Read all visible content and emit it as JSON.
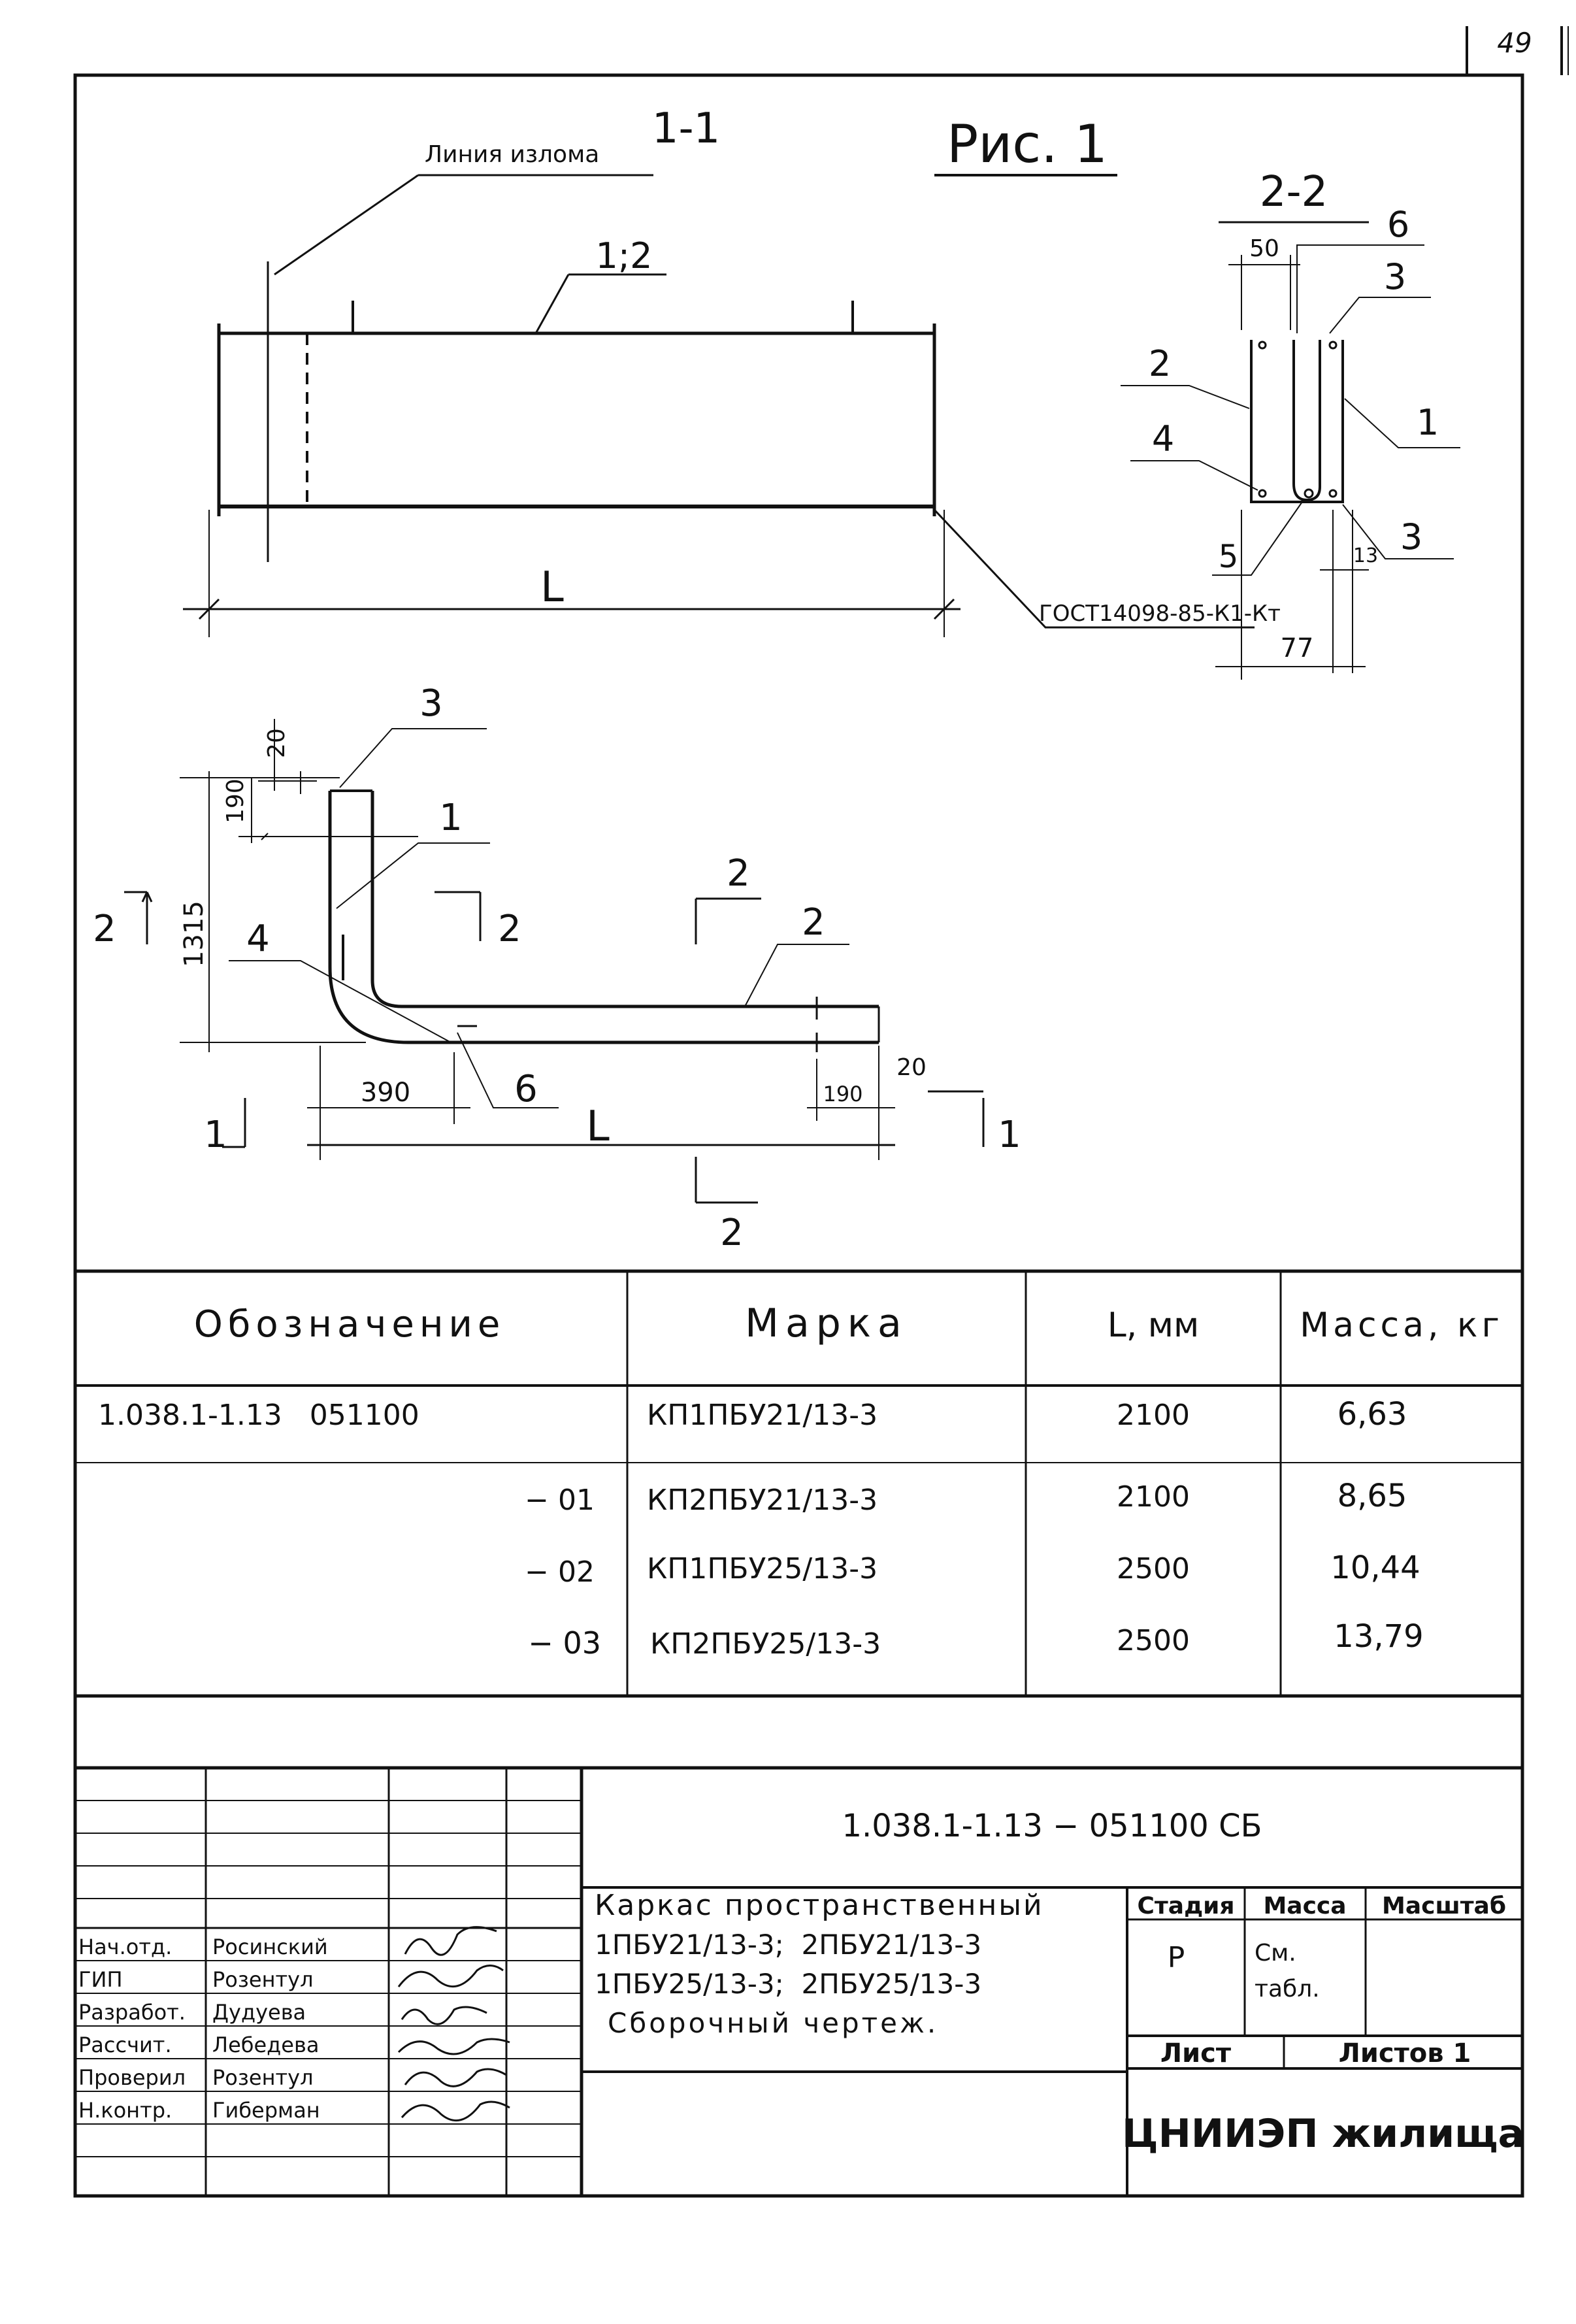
{
  "sheet": {
    "page_number": "49"
  },
  "figure": {
    "title": "Рис. 1",
    "section_1_1": {
      "label": "1-1",
      "break_line_label": "Линия излома",
      "pos_label": "1;2",
      "weld_note": "ГОСТ14098-85-К1-Кт",
      "length_label": "L"
    },
    "section_2_2": {
      "label": "2-2",
      "dim_top": "50",
      "dim_small": "13",
      "dim_bottom": "77",
      "callouts": [
        "6",
        "3",
        "2",
        "1",
        "4",
        "5",
        "3"
      ]
    },
    "plan": {
      "dims": {
        "top_gap": "20",
        "end_len": "190",
        "height": "1315",
        "left_len": "390",
        "right_end": "190",
        "right_gap": "20",
        "length": "L"
      },
      "callouts": [
        "3",
        "1",
        "4",
        "6",
        "2"
      ],
      "cut_marks": {
        "left_v": "2",
        "center_v": "2",
        "top": "2",
        "bottom": "2",
        "left_h": "1",
        "right_h": "1"
      }
    }
  },
  "spec_table": {
    "headers": {
      "designation": "Обозначение",
      "mark": "Марка",
      "length": "L, мм",
      "mass": "Масса, кг"
    },
    "rows": [
      {
        "designation": "1.038.1-1.13   051100",
        "mark": "КП1ПБУ21/13-3",
        "length": "2100",
        "mass": "6,63"
      },
      {
        "designation": "− 01",
        "mark": "КП2ПБУ21/13-3",
        "length": "2100",
        "mass": "8,65"
      },
      {
        "designation": "− 02",
        "mark": "КП1ПБУ25/13-3",
        "length": "2500",
        "mass": "10,44"
      },
      {
        "designation": "− 03",
        "mark": "КП2ПБУ25/13-3",
        "length": "2500",
        "mass": "13,79"
      }
    ]
  },
  "title_block": {
    "doc_code": "1.038.1-1.13 − 051100 СБ",
    "title_lines": [
      "Каркас пространственный",
      "1ПБУ21/13-3;  2ПБУ21/13-3",
      "1ПБУ25/13-3;  2ПБУ25/13-3",
      "Сборочный чертеж."
    ],
    "stage_label": "Стадия",
    "stage_value": "Р",
    "mass_label": "Масса",
    "mass_value": [
      "См.",
      "табл."
    ],
    "scale_label": "Масштаб",
    "sheet_label": "Лист",
    "sheets_label": "Листов 1",
    "org": "ЦНИИЭП жилища",
    "staff": [
      {
        "role": "Нач.отд.",
        "name": "Росинский"
      },
      {
        "role": "ГИП",
        "name": "Розентул"
      },
      {
        "role": "Разработ.",
        "name": "Дудуева"
      },
      {
        "role": "Рассчит.",
        "name": "Лебедева"
      },
      {
        "role": "Проверил",
        "name": "Розентул"
      },
      {
        "role": "Н.контр.",
        "name": "Гиберман"
      }
    ]
  }
}
